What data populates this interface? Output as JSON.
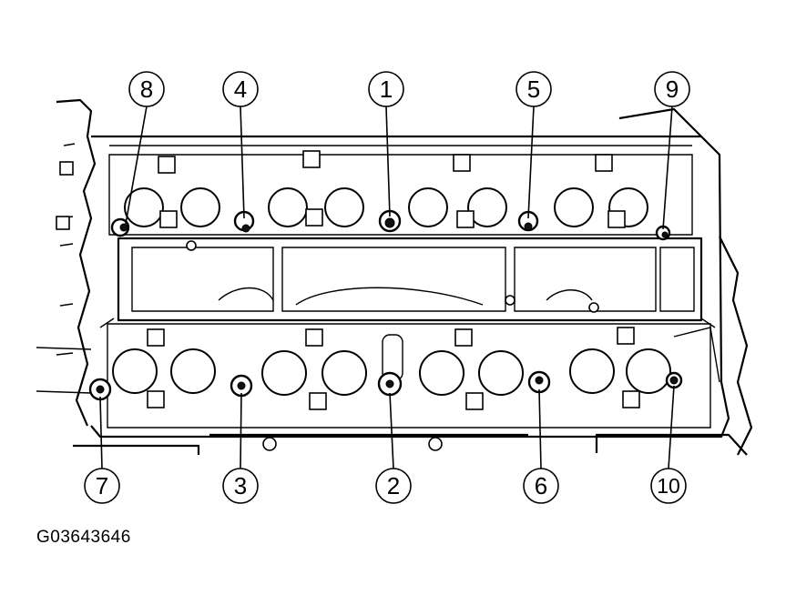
{
  "figure_code": "G03643646",
  "colors": {
    "line": "#000000",
    "background": "#ffffff"
  },
  "callouts": [
    {
      "id": "1",
      "label": "1"
    },
    {
      "id": "2",
      "label": "2"
    },
    {
      "id": "3",
      "label": "3"
    },
    {
      "id": "4",
      "label": "4"
    },
    {
      "id": "5",
      "label": "5"
    },
    {
      "id": "6",
      "label": "6"
    },
    {
      "id": "7",
      "label": "7"
    },
    {
      "id": "8",
      "label": "8"
    },
    {
      "id": "9",
      "label": "9"
    },
    {
      "id": "10",
      "label": "10"
    }
  ]
}
